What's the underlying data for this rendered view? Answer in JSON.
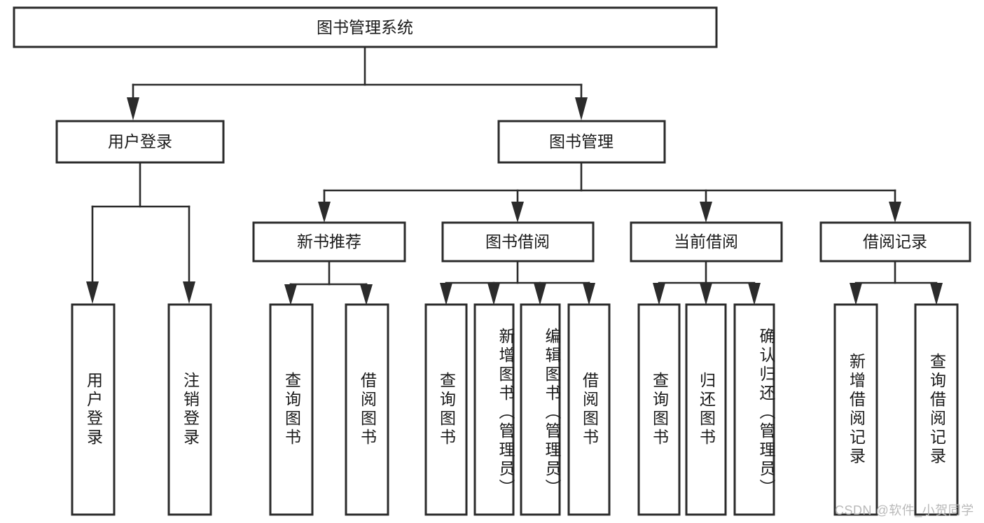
{
  "diagram": {
    "title": "图书管理系统",
    "type": "hierarchy-tree",
    "root": {
      "id": "root",
      "label": "图书管理系统",
      "orientation": "horizontal"
    },
    "level1": [
      {
        "id": "user-login",
        "label": "用户登录",
        "orientation": "horizontal"
      },
      {
        "id": "book-management",
        "label": "图书管理",
        "orientation": "horizontal"
      }
    ],
    "level2": [
      {
        "id": "new-book-recommend",
        "label": "新书推荐",
        "orientation": "horizontal",
        "parent": "book-management"
      },
      {
        "id": "book-borrow",
        "label": "图书借阅",
        "orientation": "horizontal",
        "parent": "book-management"
      },
      {
        "id": "current-borrow",
        "label": "当前借阅",
        "orientation": "horizontal",
        "parent": "book-management"
      },
      {
        "id": "borrow-record",
        "label": "借阅记录",
        "orientation": "horizontal",
        "parent": "book-management"
      }
    ],
    "leaves": [
      {
        "id": "leaf-user-login",
        "label": "用户登录",
        "orientation": "vertical",
        "parent": "user-login"
      },
      {
        "id": "leaf-logout-login",
        "label": "注销登录",
        "orientation": "vertical",
        "parent": "user-login"
      },
      {
        "id": "leaf-query-book-1",
        "label": "查询图书",
        "orientation": "vertical",
        "parent": "new-book-recommend"
      },
      {
        "id": "leaf-borrow-book-1",
        "label": "借阅图书",
        "orientation": "vertical",
        "parent": "new-book-recommend"
      },
      {
        "id": "leaf-query-book-2",
        "label": "查询图书",
        "orientation": "vertical",
        "parent": "book-borrow"
      },
      {
        "id": "leaf-add-book",
        "label": "新增图书（管理员）",
        "orientation": "vertical",
        "parent": "book-borrow"
      },
      {
        "id": "leaf-edit-book",
        "label": "编辑图书（管理员）",
        "orientation": "vertical",
        "parent": "book-borrow"
      },
      {
        "id": "leaf-borrow-book-2",
        "label": "借阅图书",
        "orientation": "vertical",
        "parent": "book-borrow"
      },
      {
        "id": "leaf-query-book-3",
        "label": "查询图书",
        "orientation": "vertical",
        "parent": "current-borrow"
      },
      {
        "id": "leaf-return-book",
        "label": "归还图书",
        "orientation": "vertical",
        "parent": "current-borrow"
      },
      {
        "id": "leaf-confirm-return",
        "label": "确认归还（管理员）",
        "orientation": "vertical",
        "parent": "current-borrow"
      },
      {
        "id": "leaf-add-record",
        "label": "新增借阅记录",
        "orientation": "vertical",
        "parent": "borrow-record"
      },
      {
        "id": "leaf-query-record",
        "label": "查询借阅记录",
        "orientation": "vertical",
        "parent": "borrow-record"
      }
    ]
  },
  "watermark": {
    "text": "CSDN @软件_小贺同学"
  },
  "colors": {
    "stroke": "#2b2b2b",
    "fill": "#ffffff",
    "text": "#1a1a1a",
    "watermark": "#b9b9b9"
  }
}
